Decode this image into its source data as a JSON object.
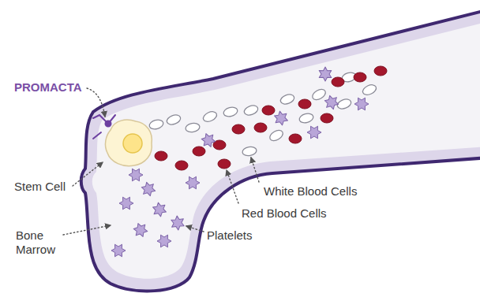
{
  "diagram": {
    "labels": [
      "PROMACTA",
      "Stem Cell",
      "Bone Marrow",
      "White Blood Cells",
      "Red Blood Cells",
      "Platelets"
    ]
  }
}
